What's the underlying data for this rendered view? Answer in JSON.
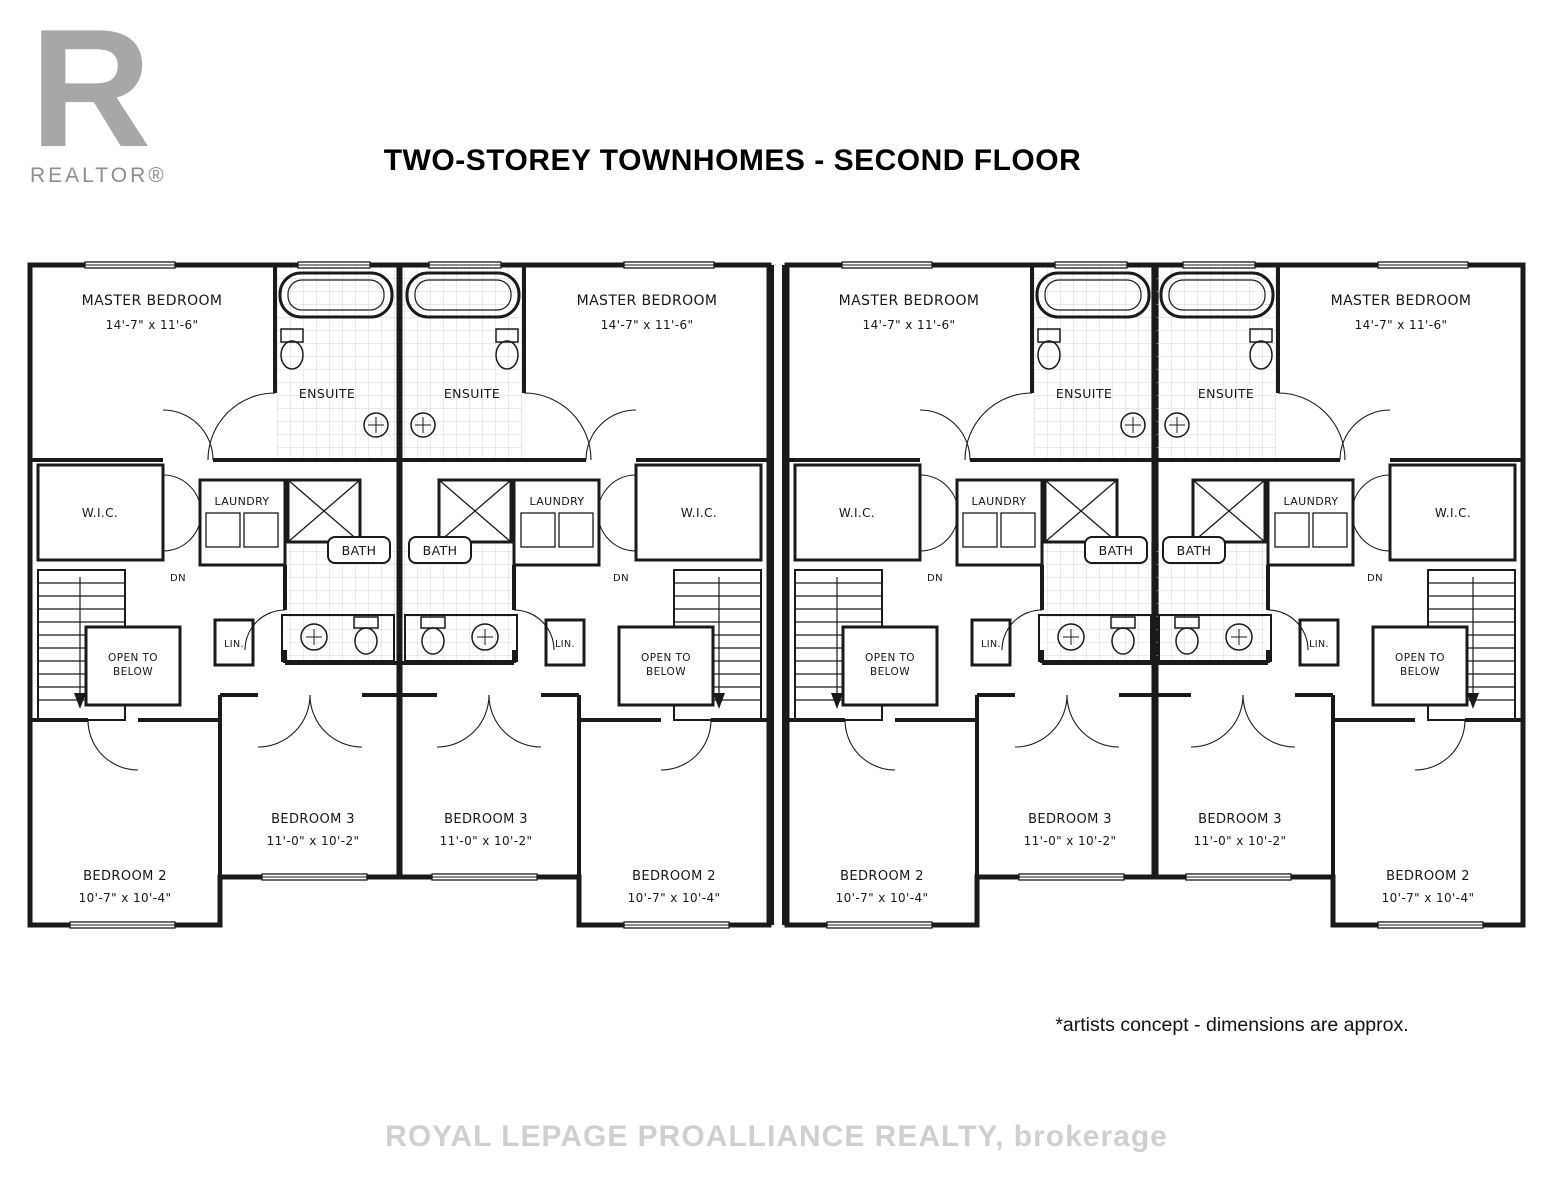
{
  "header": {
    "title": "TWO-STOREY TOWNHOMES - SECOND FLOOR"
  },
  "logo": {
    "letter": "R",
    "brand": "REALTOR®"
  },
  "rooms": {
    "master_bedroom": {
      "name": "MASTER BEDROOM",
      "dims": "14'-7\" x 11'-6\""
    },
    "ensuite": "ENSUITE",
    "wic": "W.I.C.",
    "laundry": "LAUNDRY",
    "bath": "BATH",
    "dn": "DN",
    "open_below_1": "OPEN TO",
    "open_below_2": "BELOW",
    "lin": "LIN.",
    "bedroom2": {
      "name": "BEDROOM 2",
      "dims": "10'-7\" x 10'-4\""
    },
    "bedroom3": {
      "name": "BEDROOM 3",
      "dims": "11'-0\" x 10'-2\""
    }
  },
  "units": [
    "unit-1",
    "unit-2",
    "unit-3",
    "unit-4"
  ],
  "footer": {
    "footnote": "*artists concept - dimensions are approx.",
    "watermark": "ROYAL LEPAGE PROALLIANCE REALTY, brokerage"
  },
  "colors": {
    "line": "#1a1a1a",
    "logo_gray": "#a7a7a7",
    "watermark_gray": "#c7c7c7"
  }
}
